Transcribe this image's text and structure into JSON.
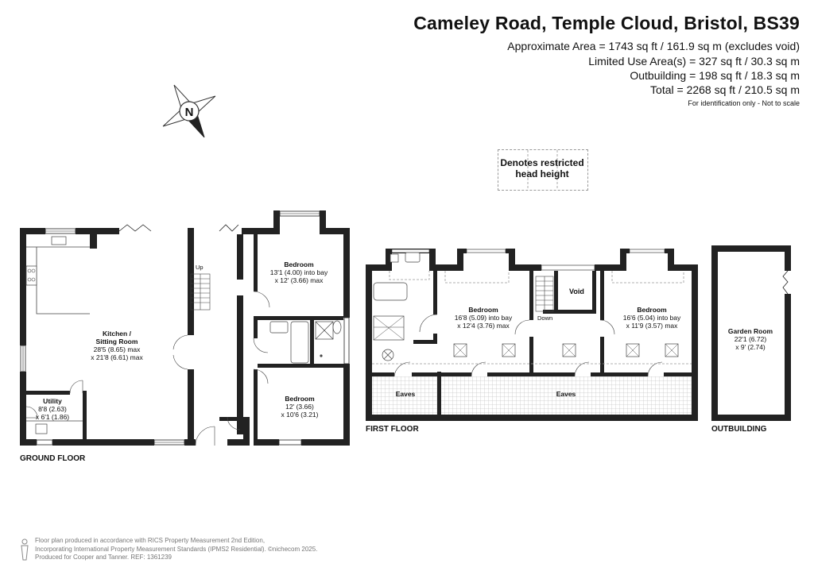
{
  "header": {
    "title": "Cameley Road, Temple Cloud, Bristol, BS39",
    "approx_area": "Approximate Area = 1743 sq ft / 161.9 sq m (excludes void)",
    "limited_use": "Limited Use Area(s) = 327 sq ft / 30.3 sq m",
    "outbuilding": "Outbuilding = 198 sq ft / 18.3 sq m",
    "total": "Total = 2268 sq ft / 210.5 sq m",
    "note": "For identification only - Not to scale"
  },
  "compass": {
    "letter": "N",
    "icon": "compass-icon"
  },
  "legend": {
    "line1": "Denotes restricted",
    "line2": "head height"
  },
  "ground_floor": {
    "label": "GROUND FLOOR",
    "up": "Up",
    "kitchen": {
      "name1": "Kitchen /",
      "name2": "Sitting Room",
      "dim1": "28'5 (8.65) max",
      "dim2": "x 21'8 (6.61) max"
    },
    "utility": {
      "name": "Utility",
      "dim1": "8'8 (2.63)",
      "dim2": "x 6'1 (1.86)"
    },
    "bedroom1": {
      "name": "Bedroom",
      "dim1": "13'1 (4.00) into bay",
      "dim2": "x 12' (3.66) max"
    },
    "bedroom2": {
      "name": "Bedroom",
      "dim1": "12' (3.66)",
      "dim2": "x 10'6 (3.21)"
    }
  },
  "first_floor": {
    "label": "FIRST FLOOR",
    "down": "Down",
    "void": "Void",
    "bedroom1": {
      "name": "Bedroom",
      "dim1": "16'8 (5.09) into bay",
      "dim2": "x 12'4 (3.76) max"
    },
    "bedroom2": {
      "name": "Bedroom",
      "dim1": "16'6 (5.04) into bay",
      "dim2": "x 11'9 (3.57) max"
    },
    "eaves1": "Eaves",
    "eaves2": "Eaves"
  },
  "outbuilding": {
    "label": "OUTBUILDING",
    "garden_room": {
      "name": "Garden Room",
      "dim1": "22'1 (6.72)",
      "dim2": "x 9' (2.74)"
    }
  },
  "footer": {
    "line1": "Floor plan produced in accordance with RICS Property Measurement 2nd Edition,",
    "line2": "Incorporating International Property Measurement Standards (IPMS2 Residential).  ©nichecom 2025.",
    "line3": "Produced for Cooper and Tanner.   REF: 1361239",
    "icon": "person-icon"
  }
}
